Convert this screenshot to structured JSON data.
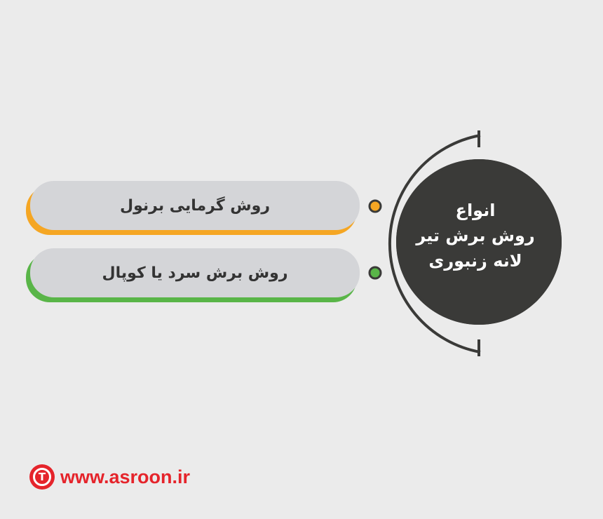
{
  "center": {
    "line1": "انواع",
    "line2": "روش برش تیر",
    "line3": "لانه زنبوری"
  },
  "items": [
    {
      "label": "روش گرمایی برنول",
      "accent": "#f5a623"
    },
    {
      "label": "روش برش سرد یا کوپال",
      "accent": "#59b548"
    }
  ],
  "footer": {
    "logo_icon": "T-logo",
    "url": "www.asroon.ir"
  },
  "colors": {
    "background": "#ebebeb",
    "pill": "#d4d5d8",
    "ring": "#3a3a38",
    "brand": "#e5242b"
  }
}
